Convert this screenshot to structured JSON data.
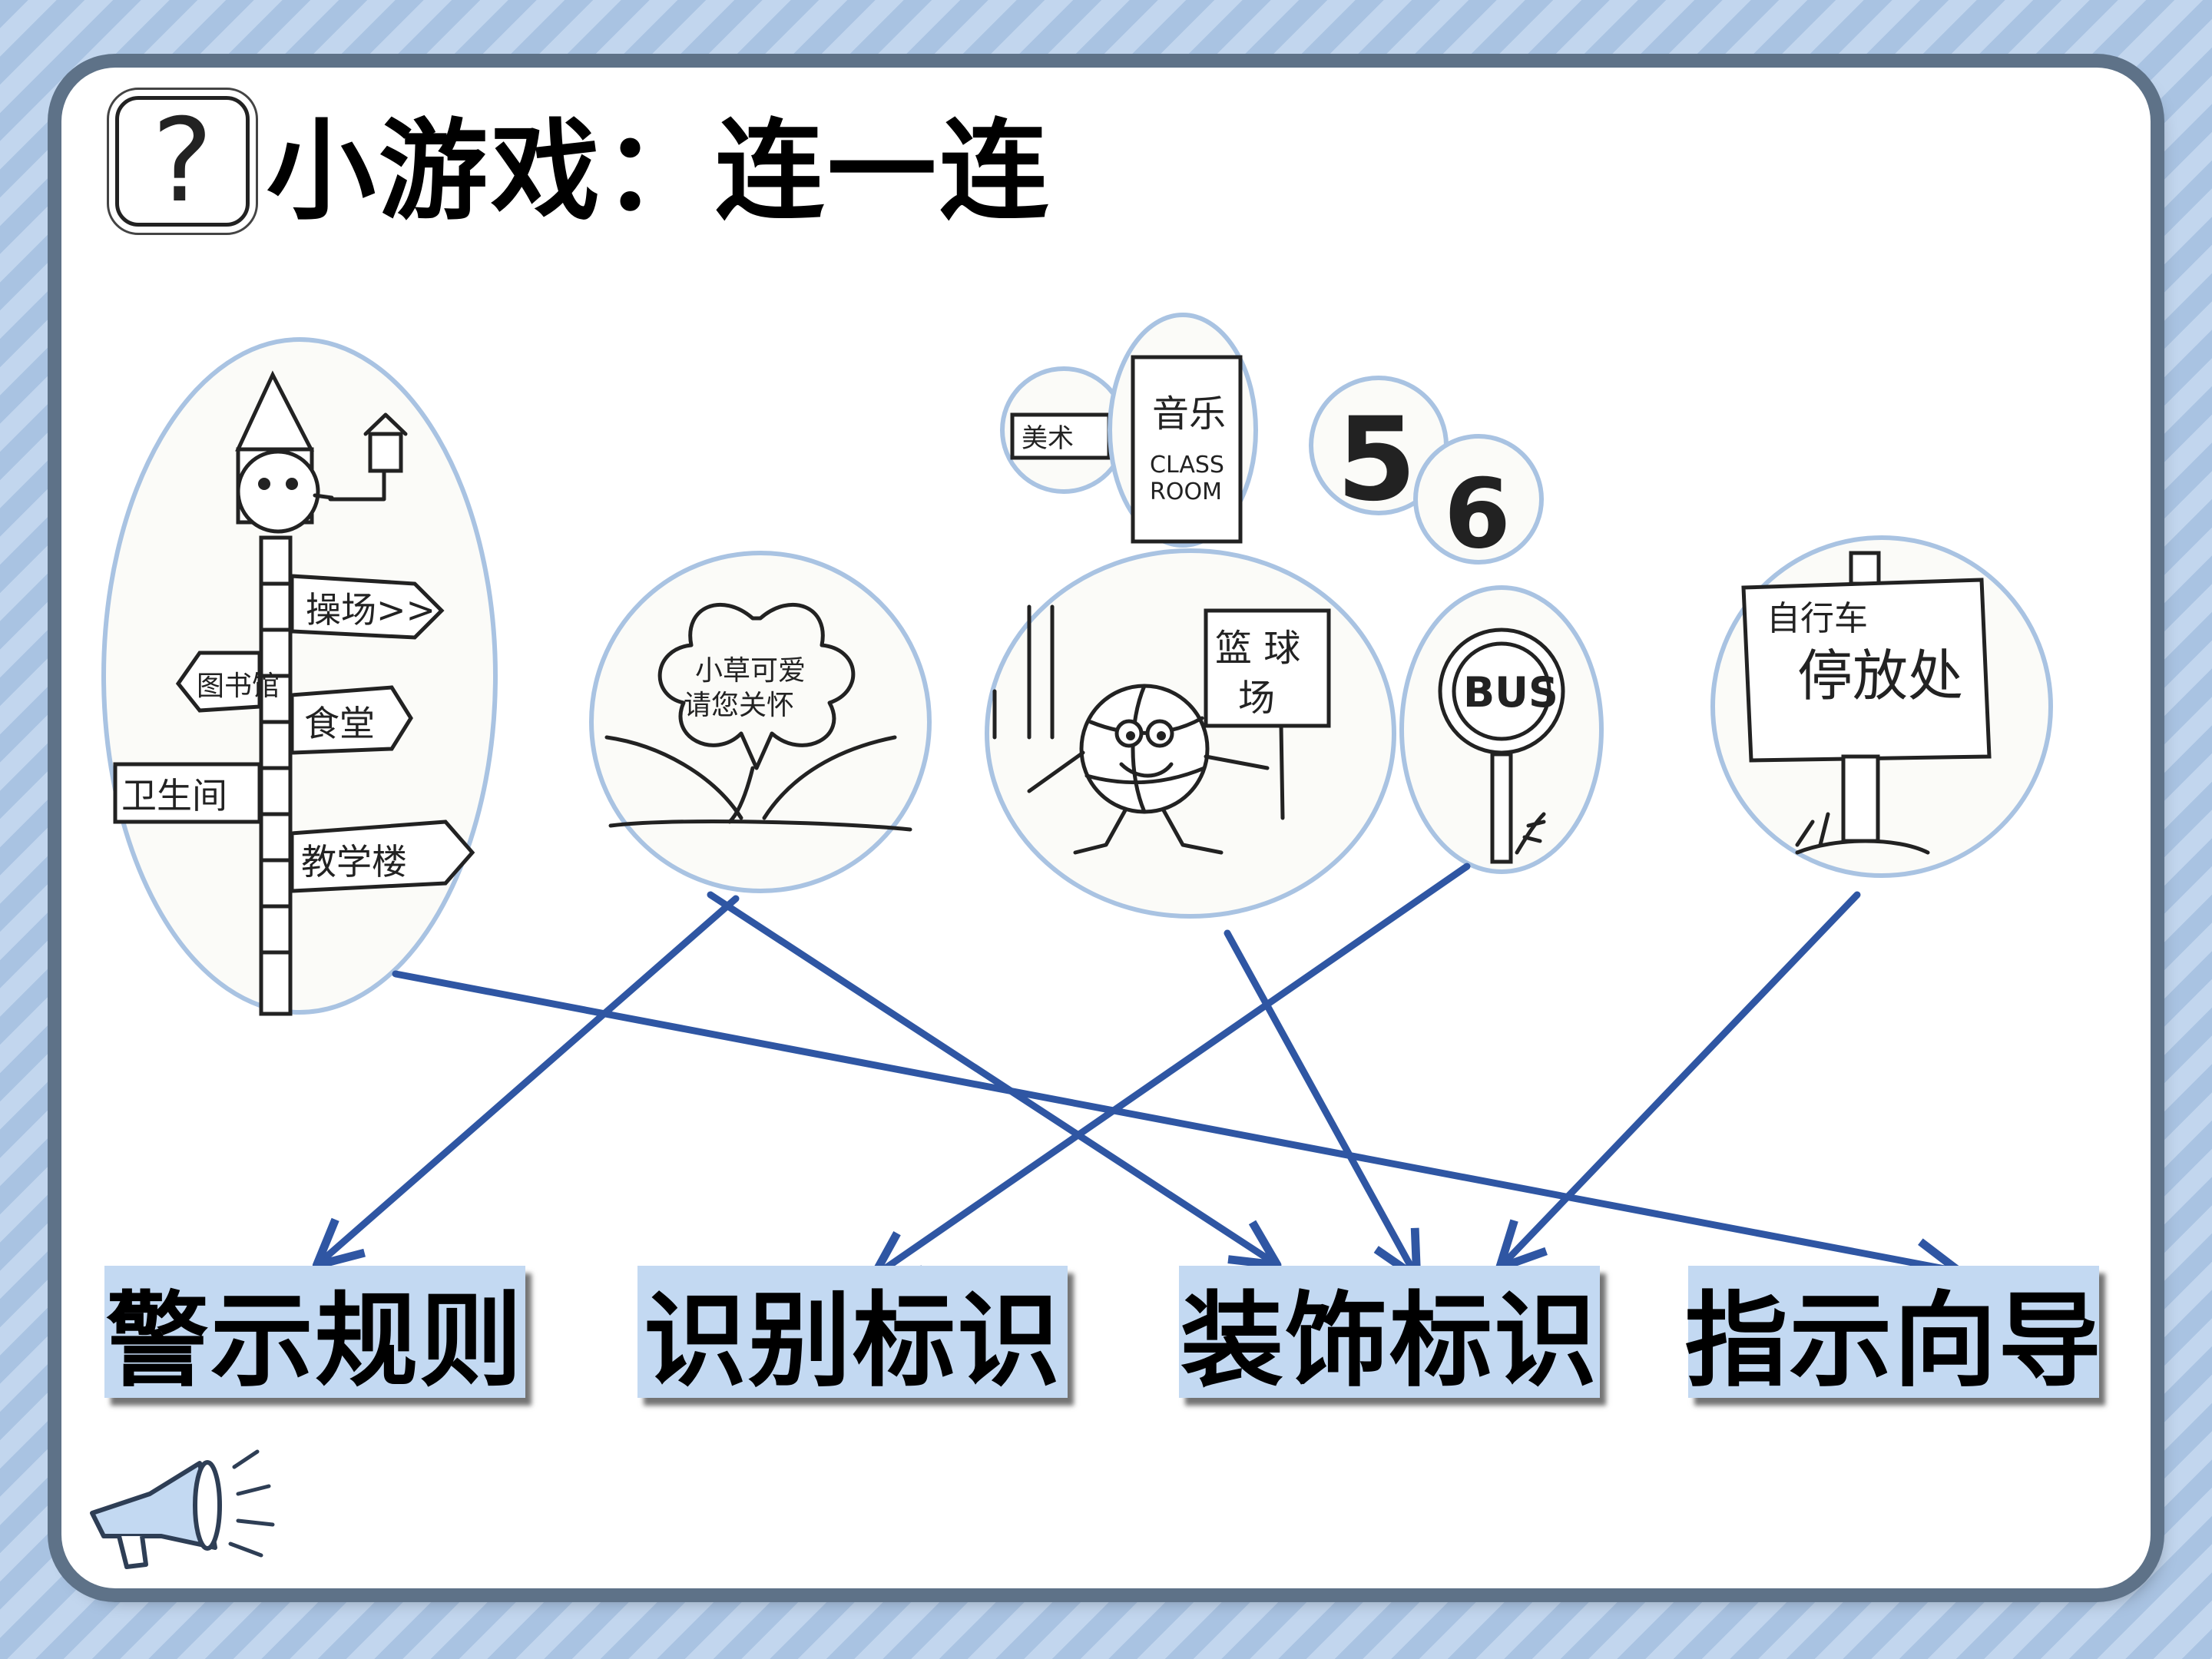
{
  "title": {
    "icon": "question-mark-icon",
    "glyph": "?",
    "text": "小游戏：连一连"
  },
  "signs": {
    "signpost": {
      "icon": "signpost-icon",
      "labels": [
        "操场>>",
        "图书馆",
        "食堂",
        "卫生间",
        "教学楼"
      ]
    },
    "grass": {
      "icon": "grass-sign-icon",
      "line1": "小草可爱",
      "line2": "请您关怀"
    },
    "art_room": {
      "icon": "room-sign-icon",
      "text": "美术"
    },
    "music_room": {
      "icon": "door-sign-icon",
      "line1": "音乐",
      "line2": "CLASS",
      "line3": "ROOM"
    },
    "number_5": {
      "icon": "number-icon",
      "text": "5"
    },
    "number_6": {
      "icon": "number-icon",
      "text": "6"
    },
    "basketball": {
      "icon": "basketball-mascot-icon",
      "line1": "篮 球",
      "line2": "场"
    },
    "bus": {
      "icon": "bus-stop-icon",
      "text": "BUS"
    },
    "bike": {
      "icon": "bike-parking-sign-icon",
      "line1": "自行车",
      "line2": "停放处"
    }
  },
  "labels": [
    "警示规则",
    "识别标识",
    "装饰标识",
    "指示向导"
  ],
  "decor": {
    "megaphone": "megaphone-icon"
  },
  "colors": {
    "arrow": "#2f56a3",
    "label_bg": "#c3d9f2",
    "frame": "#5e7288"
  }
}
